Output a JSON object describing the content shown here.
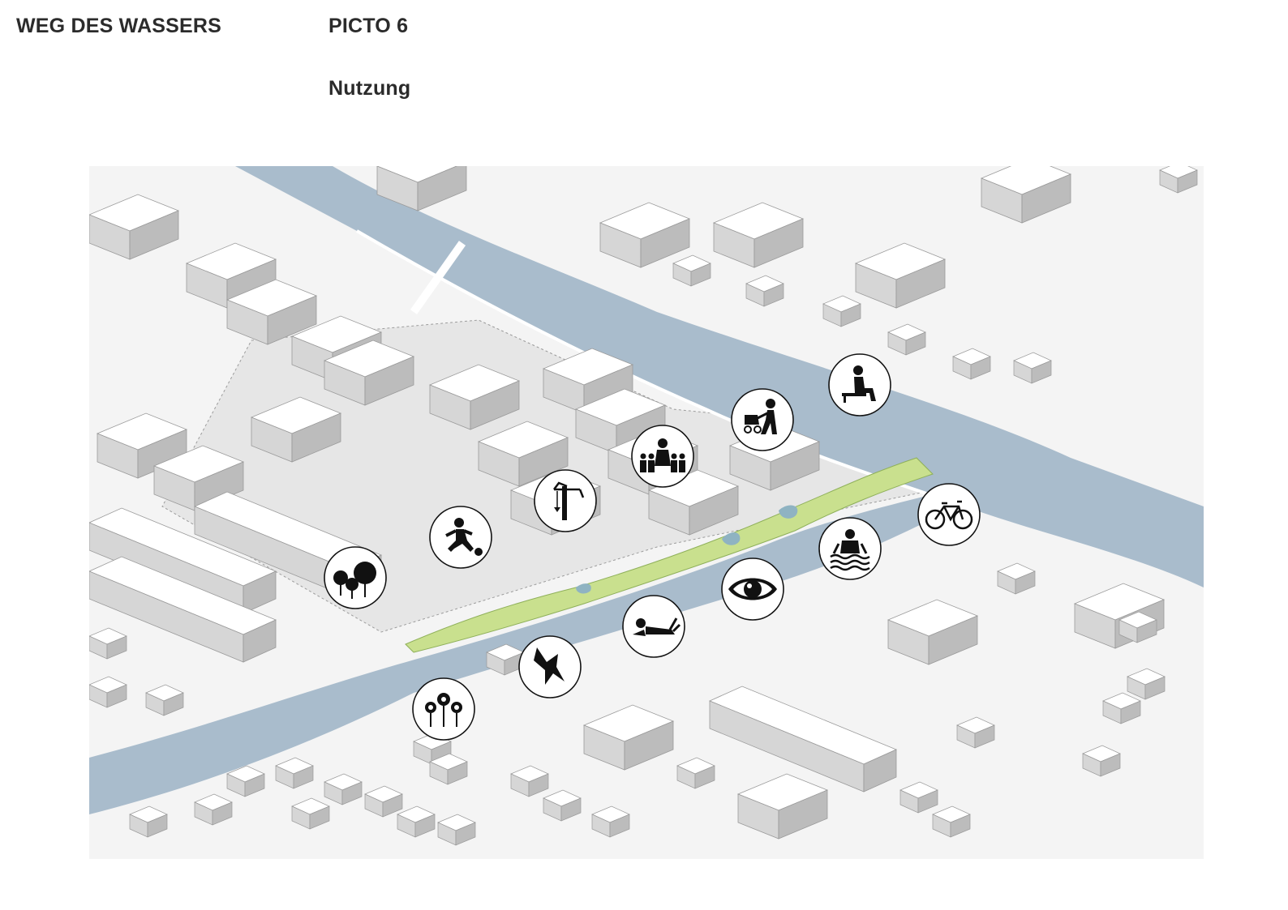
{
  "header": {
    "project_title": "WEG DES WASSERS",
    "picto_title": "PICTO 6",
    "usage_title": "Nutzung"
  },
  "colors": {
    "water": "#a9bccc",
    "park_green": "#c9e08e",
    "park_dark": "#a8cc6a",
    "building_top": "#ffffff",
    "building_side": "#d9d9d9",
    "building_shadow": "#bdbdbd",
    "ground": "#f3f3f3",
    "plaza": "#e4e4e4",
    "icon_ink": "#111111"
  },
  "usage_icons": [
    {
      "name": "trees-icon"
    },
    {
      "name": "football-player-icon"
    },
    {
      "name": "crane-icon"
    },
    {
      "name": "family-group-icon"
    },
    {
      "name": "stroller-walker-icon"
    },
    {
      "name": "person-sitting-bench-icon"
    },
    {
      "name": "bicycle-icon"
    },
    {
      "name": "swimmer-icon"
    },
    {
      "name": "eye-icon"
    },
    {
      "name": "person-lying-reading-icon"
    },
    {
      "name": "bird-icon"
    },
    {
      "name": "flowers-icon"
    }
  ]
}
